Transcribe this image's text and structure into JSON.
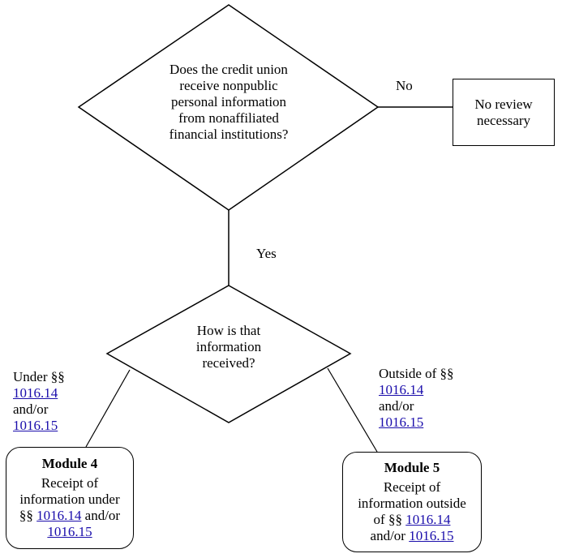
{
  "diamond1": {
    "lines": [
      "Does the credit union",
      "receive nonpublic",
      "personal information",
      "from nonaffiliated",
      "financial institutions?"
    ]
  },
  "no_label": "No",
  "yes_label": "Yes",
  "no_review_box": {
    "lines": [
      "No review",
      "necessary"
    ]
  },
  "diamond2": {
    "lines": [
      "How is that",
      "information",
      "received?"
    ]
  },
  "left_branch": {
    "prefix": "Under §§",
    "link1": "1016.14",
    "middle": "and/or",
    "link2": "1016.15"
  },
  "right_branch": {
    "prefix": "Outside of §§",
    "link1": "1016.14",
    "middle": "and/or",
    "link2": "1016.15"
  },
  "module4": {
    "title": "Module 4",
    "line1": "Receipt of",
    "line2": "information under",
    "line3_prefix": "§§ ",
    "link1": "1016.14",
    "line3_suffix": " and/or",
    "link2": "1016.15"
  },
  "module5": {
    "title": "Module 5",
    "line1": "Receipt of",
    "line2": "information outside",
    "line3_prefix": "of §§ ",
    "link1": "1016.14",
    "line4_prefix": "and/or ",
    "link2": "1016.15"
  }
}
